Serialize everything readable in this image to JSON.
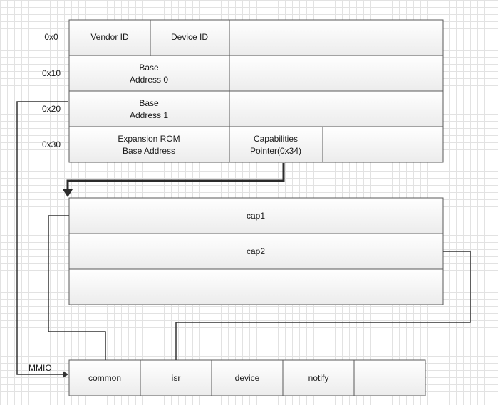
{
  "config_space": {
    "offsets": [
      "0x0",
      "0x10",
      "0x20",
      "0x30"
    ],
    "row0": {
      "vendor_id": "Vendor ID",
      "device_id": "Device ID"
    },
    "row1": {
      "line1": "Base",
      "line2": "Address 0"
    },
    "row2": {
      "line1": "Base",
      "line2": "Address 1"
    },
    "row3": {
      "rom_line1": "Expansion ROM",
      "rom_line2": "Base Address",
      "cap_line1": "Capabilities",
      "cap_line2": "Pointer(0x34)"
    }
  },
  "capabilities": [
    "cap1",
    "cap2"
  ],
  "mmio": {
    "label": "MMIO",
    "regions": [
      "common",
      "isr",
      "device",
      "notify"
    ]
  }
}
